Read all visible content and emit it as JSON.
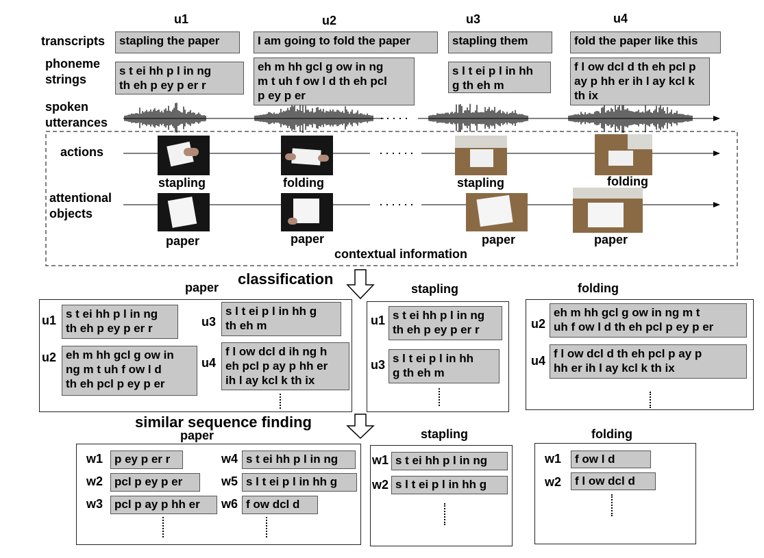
{
  "utterance_labels": [
    "u1",
    "u2",
    "u3",
    "u4"
  ],
  "row_labels": {
    "transcripts": "transcripts",
    "phoneme_strings": "phoneme\nstrings",
    "spoken_utterances": "spoken\nutterances",
    "actions": "actions",
    "attentional_objects": "attentional\nobjects"
  },
  "transcripts": [
    "stapling the paper",
    "I am going to fold the paper",
    "stapling them",
    "fold the paper like this"
  ],
  "phoneme_strings": [
    "s t ei hh p l in ng\nth eh p ey p er r",
    "eh m hh gcl g ow in ng\nm t uh f ow l d th eh pcl\np ey p er",
    "s l t ei p l in hh\ng th eh m",
    "f l ow dcl d th eh pcl p\nay p hh er ih l ay kcl k\nth ix"
  ],
  "actions": [
    "stapling",
    "folding",
    "stapling",
    "folding"
  ],
  "attentional_objects": [
    "paper",
    "paper",
    "paper",
    "paper"
  ],
  "contextual_information": "contextual information",
  "classification": {
    "title": "classification",
    "groups": [
      {
        "name": "paper",
        "items": [
          {
            "u": "u1",
            "text": "s t ei hh p l in ng\nth eh p ey p er r"
          },
          {
            "u": "u2",
            "text": "eh m hh gcl g ow in\nng m t uh f ow l d\nth eh pcl p ey p er"
          },
          {
            "u": "u3",
            "text": "s l t ei p l in hh g\nth eh m"
          },
          {
            "u": "u4",
            "text": "f l ow dcl d ih ng h\neh pcl p ay p hh er\nih l ay kcl k th ix"
          }
        ]
      },
      {
        "name": "stapling",
        "items": [
          {
            "u": "u1",
            "text": "s t ei hh p l in ng\nth eh p ey p er r"
          },
          {
            "u": "u3",
            "text": "s l t ei p l in hh\ng th eh m"
          }
        ]
      },
      {
        "name": "folding",
        "items": [
          {
            "u": "u2",
            "text": "eh m hh gcl g ow in ng m t\nuh f ow l d th eh pcl p ey p er"
          },
          {
            "u": "u4",
            "text": "f l ow dcl d th eh pcl p ay p\nhh er ih l ay kcl k th ix"
          }
        ]
      }
    ]
  },
  "similar": {
    "title": "similar sequence finding",
    "groups": [
      {
        "name": "paper",
        "items": [
          {
            "w": "w1",
            "text": "p ey p er r"
          },
          {
            "w": "w2",
            "text": "pcl p ey p er"
          },
          {
            "w": "w3",
            "text": "pcl p ay p hh er"
          },
          {
            "w": "w4",
            "text": "s t ei hh p l in ng"
          },
          {
            "w": "w5",
            "text": "s l t ei p l in hh g"
          },
          {
            "w": "w6",
            "text": "f ow dcl d"
          }
        ]
      },
      {
        "name": "stapling",
        "items": [
          {
            "w": "w1",
            "text": "s t ei hh p l in ng"
          },
          {
            "w": "w2",
            "text": "s l t ei p l in hh g"
          }
        ]
      },
      {
        "name": "folding",
        "items": [
          {
            "w": "w1",
            "text": "f ow l d"
          },
          {
            "w": "w2",
            "text": "f l ow dcl d"
          }
        ]
      }
    ]
  }
}
